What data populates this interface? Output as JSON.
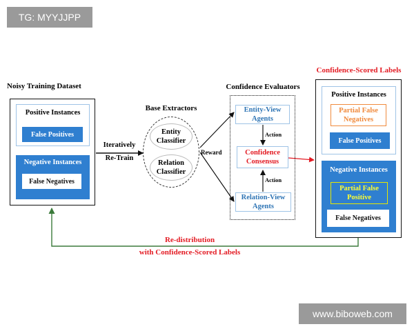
{
  "watermark_top": "TG: MYYJJPP",
  "watermark_bottom": "www.biboweb.com",
  "noisy": {
    "title": "Noisy Training Dataset",
    "positive": "Positive Instances",
    "false_positives": "False Positives",
    "negative": "Negative Instances",
    "false_negatives": "False Negatives"
  },
  "retrain": {
    "line1": "Iteratively",
    "line2": "Re-Train"
  },
  "base": {
    "title": "Base Extractors",
    "entity_1": "Entity",
    "entity_2": "Classifier",
    "relation_1": "Relation",
    "relation_2": "Classifier"
  },
  "reward": "Reward",
  "evaluators": {
    "title": "Confidence Evaluators",
    "entity_view_1": "Entity-View",
    "entity_view_2": "Agents",
    "consensus_1": "Confidence",
    "consensus_2": "Consensus",
    "relation_view_1": "Relation-View",
    "relation_view_2": "Agents",
    "action_top": "Action",
    "action_bottom": "Action"
  },
  "scored": {
    "title": "Confidence-Scored Labels",
    "positive": "Positive Instances",
    "partial_fn_1": "Partial False",
    "partial_fn_2": "Negatives",
    "false_positives": "False Positives",
    "negative": "Negative Instances",
    "partial_fp_1": "Partial False",
    "partial_fp_2": "Positive",
    "false_negatives": "False Negatives"
  },
  "redistribution": {
    "line1": "Re-distribution",
    "line2": "with Confidence-Scored Labels"
  },
  "colors": {
    "blue": "#2f7fd0",
    "dark": "#111111",
    "red": "#e31b23",
    "orange": "#f08a3c",
    "yellow": "#e8e800",
    "lightblue_border": "#9ec3e6",
    "text_blue": "#2f75b5"
  }
}
